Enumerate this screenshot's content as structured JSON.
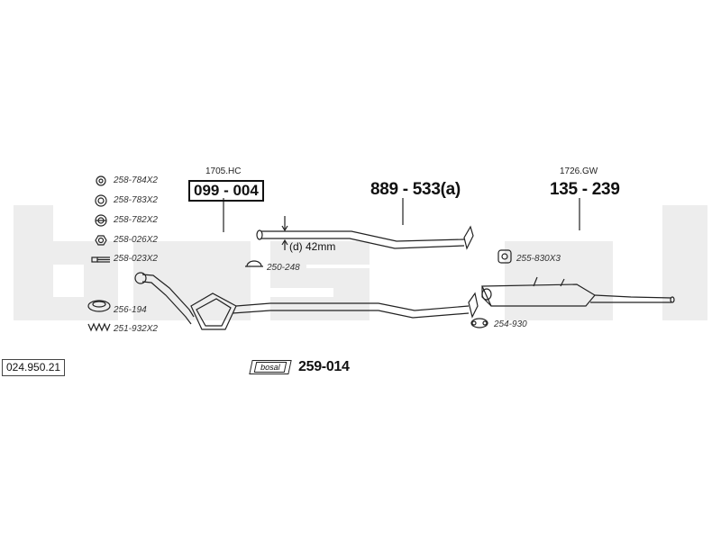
{
  "reference_number": "024.950.21",
  "watermark_text": "bosal",
  "hardware_parts": [
    {
      "code": "258-784X2",
      "icon": "washer-icon"
    },
    {
      "code": "258-783X2",
      "icon": "spring-washer-icon"
    },
    {
      "code": "258-782X2",
      "icon": "lock-nut-icon"
    },
    {
      "code": "258-026X2",
      "icon": "hex-nut-icon"
    },
    {
      "code": "258-023X2",
      "icon": "bolt-icon"
    }
  ],
  "gasket_parts": [
    {
      "code": "256-194",
      "icon": "gasket-ring-icon"
    },
    {
      "code": "251-932X2",
      "icon": "spring-icon"
    }
  ],
  "front_section": {
    "oem": "1705.HC",
    "part_number": "099 - 004"
  },
  "middle_section": {
    "part_number": "889 - 533(a)",
    "diameter_label": "(d) 42mm",
    "clamp_part": "250-248"
  },
  "rear_section": {
    "oem": "1726.GW",
    "part_number": "135 - 239",
    "hanger_part": "255-830X3",
    "rubber_part": "254-930"
  },
  "mounting_kit": {
    "box_label": "bosal",
    "part_number": "259-014"
  },
  "colors": {
    "watermark": "#ededed",
    "line": "#222222"
  }
}
